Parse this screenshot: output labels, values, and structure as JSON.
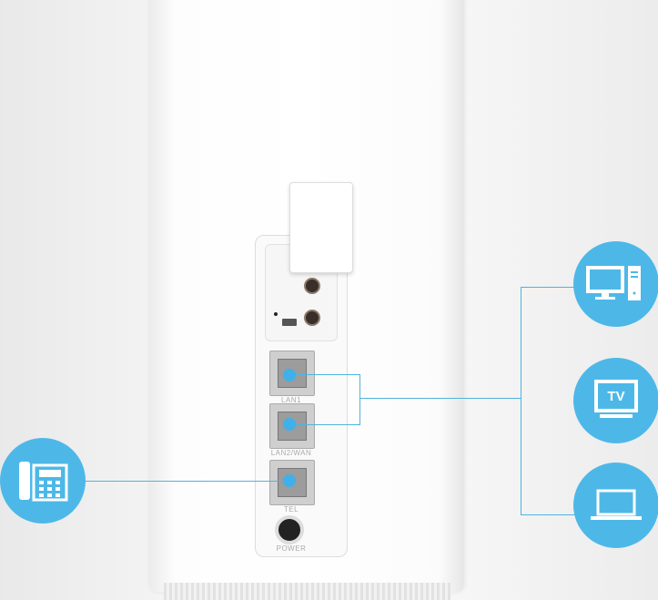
{
  "ports": {
    "lan1": "LAN1",
    "lan2": "LAN2/WAN",
    "tel": "TEL",
    "power": "POWER"
  },
  "devices": {
    "tv_label": "TV",
    "computer": "desktop-computer-icon",
    "laptop": "laptop-icon",
    "phone": "telephone-icon"
  },
  "colors": {
    "accent": "#4db8e8"
  }
}
